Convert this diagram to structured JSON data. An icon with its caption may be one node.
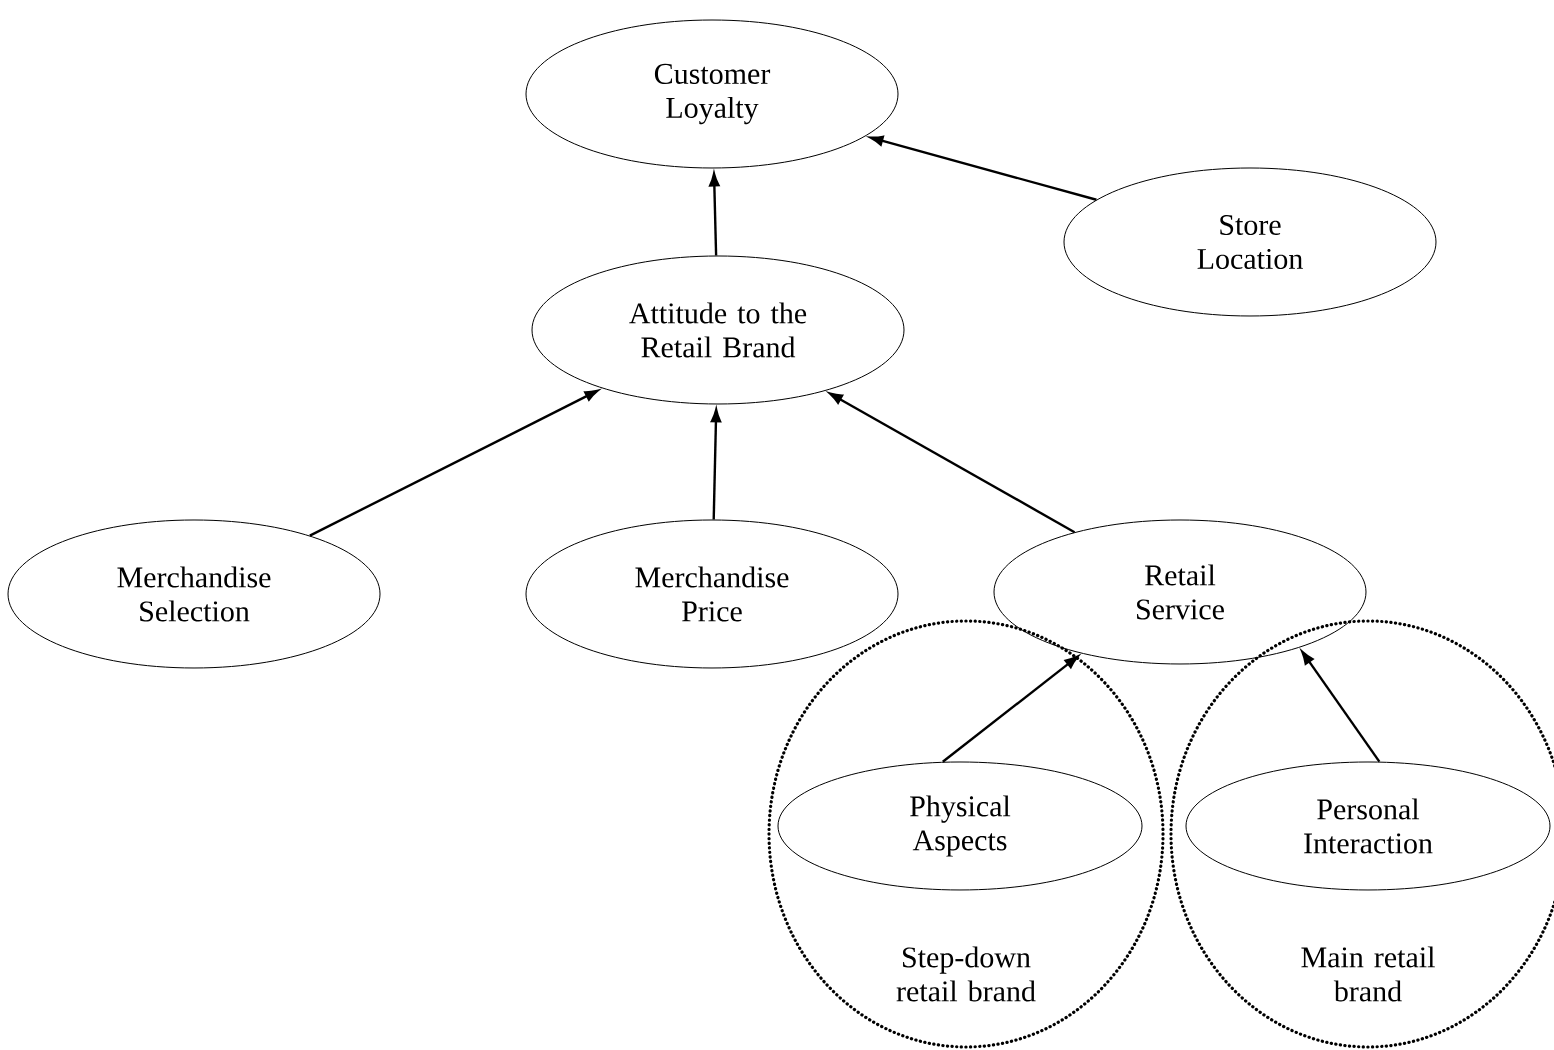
{
  "diagram": {
    "nodes": [
      {
        "text": [
          "Customer Loyalty"
        ]
      },
      {
        "text": [
          "Store Location"
        ]
      },
      {
        "text": [
          "Attitude to the Retail Brand"
        ]
      },
      {
        "text": [
          "Merchandise Selection"
        ]
      },
      {
        "text": [
          "Merchandise Price"
        ]
      },
      {
        "text": [
          "Retail Service"
        ]
      },
      {
        "text": [
          "Step-down retail brand"
        ]
      },
      {
        "text": [
          "Physical Aspects"
        ],
        "in": 6
      },
      {
        "text": [
          "Main retail brand"
        ]
      },
      {
        "text": [
          "Personal Interaction"
        ],
        "in": 8
      }
    ],
    "edges": [
      {
        "from": 1,
        "to": 0,
        "arrow": "to"
      },
      {
        "from": 2,
        "to": 0,
        "arrow": "to"
      },
      {
        "from": 3,
        "to": 2,
        "arrow": "to"
      },
      {
        "from": 4,
        "to": 2,
        "arrow": "to"
      },
      {
        "from": 5,
        "to": 2,
        "arrow": "to"
      },
      {
        "from": 7,
        "to": 5,
        "arrow": "to"
      },
      {
        "from": 9,
        "to": 5,
        "arrow": "to"
      }
    ]
  }
}
